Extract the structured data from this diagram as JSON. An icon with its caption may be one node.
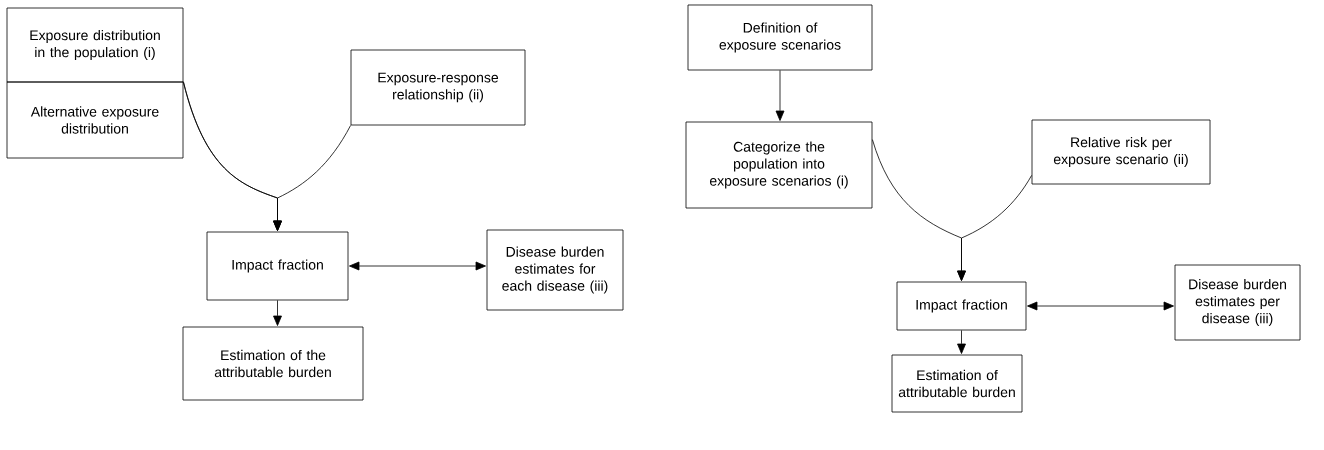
{
  "diagram": {
    "nodes": [
      {
        "text": [
          "Exposure distribution in the population (i)"
        ]
      },
      {
        "text": [
          "Alternative exposure distribution"
        ]
      },
      {
        "text": [
          "Exposure-response relationship (ii)"
        ]
      },
      {
        "text": [
          "Impact fraction"
        ]
      },
      {
        "text": [
          "Disease burden estimates for each disease (iii)"
        ]
      },
      {
        "text": [
          "Estimation of the attributable burden"
        ]
      },
      {
        "text": [
          "Definition of exposure scenarios"
        ]
      },
      {
        "text": [
          "Categorize the population into exposure scenarios (i)"
        ]
      },
      {
        "text": [
          "Relative risk per exposure scenario (ii)"
        ]
      },
      {
        "text": [
          "Impact fraction"
        ]
      },
      {
        "text": [
          "Disease burden estimates per disease (iii)"
        ]
      },
      {
        "text": [
          "Estimation of attributable burden"
        ]
      }
    ],
    "edges": [
      {
        "from": 0,
        "to": 3,
        "arrow": "to"
      },
      {
        "from": 1,
        "to": 3,
        "arrow": "to"
      },
      {
        "from": 2,
        "to": 3,
        "arrow": "to"
      },
      {
        "from": 3,
        "to": 4,
        "arrow": "both"
      },
      {
        "from": 3,
        "to": 5,
        "arrow": "to"
      },
      {
        "from": 6,
        "to": 7,
        "arrow": "to"
      },
      {
        "from": 7,
        "to": 9,
        "arrow": "to"
      },
      {
        "from": 8,
        "to": 9,
        "arrow": "to"
      },
      {
        "from": 9,
        "to": 10,
        "arrow": "both"
      },
      {
        "from": 9,
        "to": 11,
        "arrow": "to"
      }
    ]
  }
}
